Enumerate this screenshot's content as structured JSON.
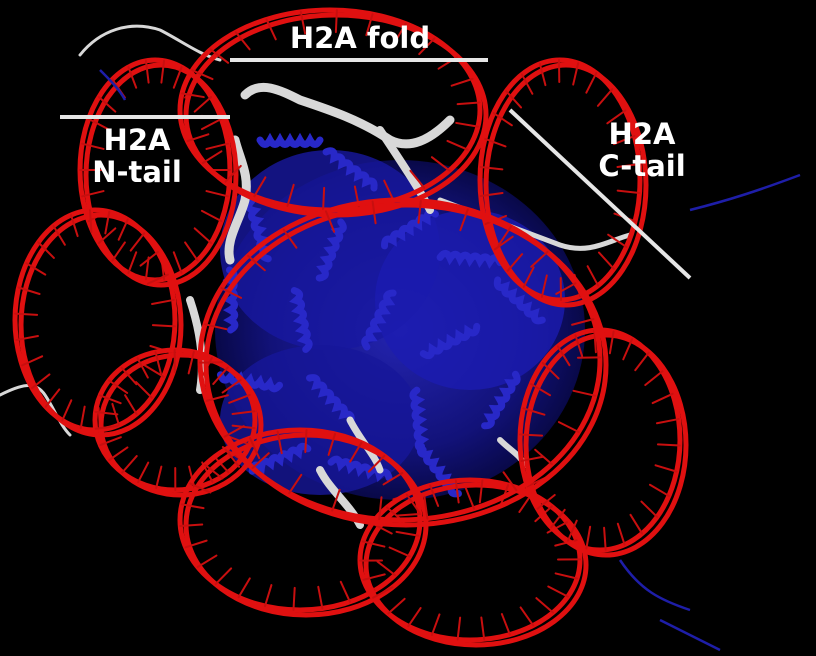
{
  "labels": {
    "h2a_fold": "H2A fold",
    "h2a_ntail_line1": "H2A",
    "h2a_ntail_line2": "N-tail",
    "h2a_ctail_line1": "H2A",
    "h2a_ctail_line2": "C-tail"
  },
  "colors": {
    "background": "#000000",
    "dna": "#e01010",
    "histone_core": "#1a1aa8",
    "h2a": "#d8d8d8",
    "label_text": "#ffffff",
    "marker_line": "#e6e6e6"
  }
}
